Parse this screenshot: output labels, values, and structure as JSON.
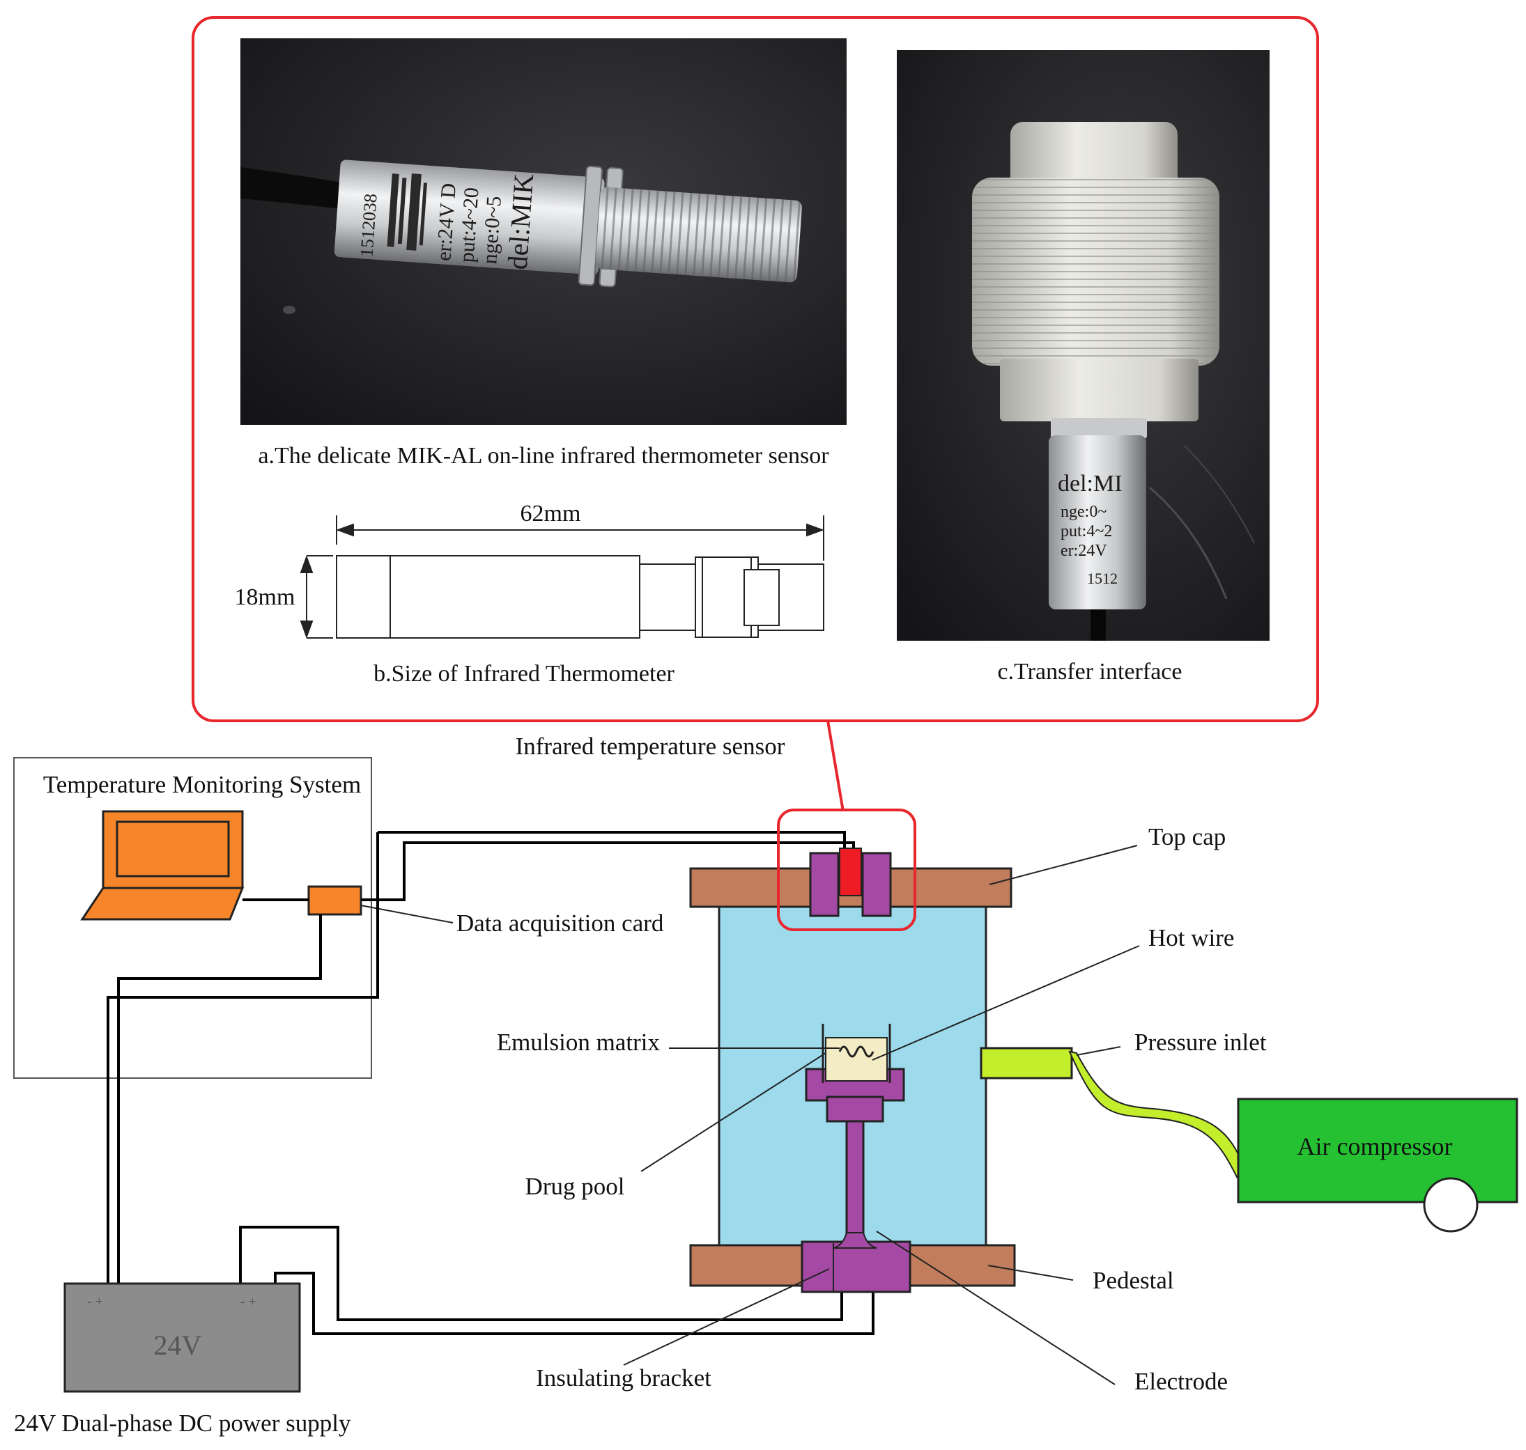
{
  "sensor_panel": {
    "photo_a_caption": "a.The delicate MIK-AL on-line infrared thermometer sensor",
    "photo_a_print": [
      "del:MIK",
      "nge:0~5",
      "put:4~20",
      "er:24V D",
      "1512038"
    ],
    "dim_width": "62mm",
    "dim_height": "18mm",
    "drawing_caption": "b.Size of Infrared Thermometer",
    "photo_c_caption": "c.Transfer interface",
    "photo_c_print": [
      "del:MI",
      "nge:0~",
      "put:4~2",
      "er:24V",
      "1512"
    ]
  },
  "labels": {
    "infrared_sensor": "Infrared temperature sensor",
    "monitoring_system": "Temperature Monitoring System",
    "data_card": "Data acquisition card",
    "top_cap": "Top cap",
    "hot_wire": "Hot wire",
    "emulsion_matrix": "Emulsion matrix",
    "pressure_inlet": "Pressure inlet",
    "air_compressor": "Air compressor",
    "drug_pool": "Drug pool",
    "pedestal": "Pedestal",
    "insulating_bracket": "Insulating bracket",
    "electrode": "Electrode",
    "power_voltage": "24V",
    "power_supply": "24V Dual-phase DC power supply"
  },
  "colors": {
    "highlight": "#e8262d",
    "laptop": "#f7862a",
    "chamber": "#9ddaec",
    "cap": "#c17d5c",
    "bracket": "#a44aa5",
    "sensor_core": "#ee1c24",
    "inlet": "#c2ee2c",
    "compressor": "#25c133",
    "power": "#8c8c8c",
    "emulsion": "#f4ecc4"
  }
}
